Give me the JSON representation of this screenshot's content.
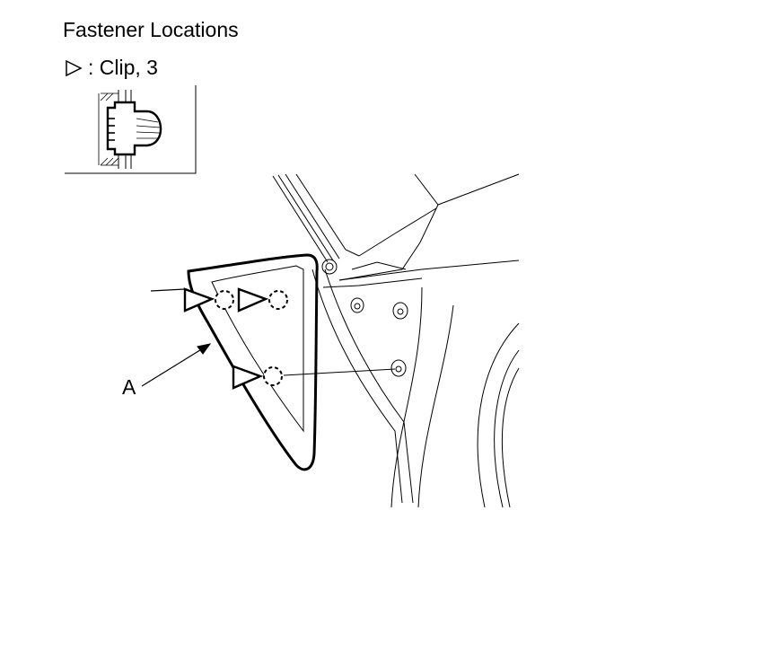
{
  "header": {
    "title": "Fastener Locations"
  },
  "legend": {
    "symbol_icon": "triangle-outline-icon",
    "label": ": Clip, 3"
  },
  "callouts": {
    "a": "A"
  },
  "colors": {
    "line": "#000000",
    "background": "#ffffff"
  }
}
